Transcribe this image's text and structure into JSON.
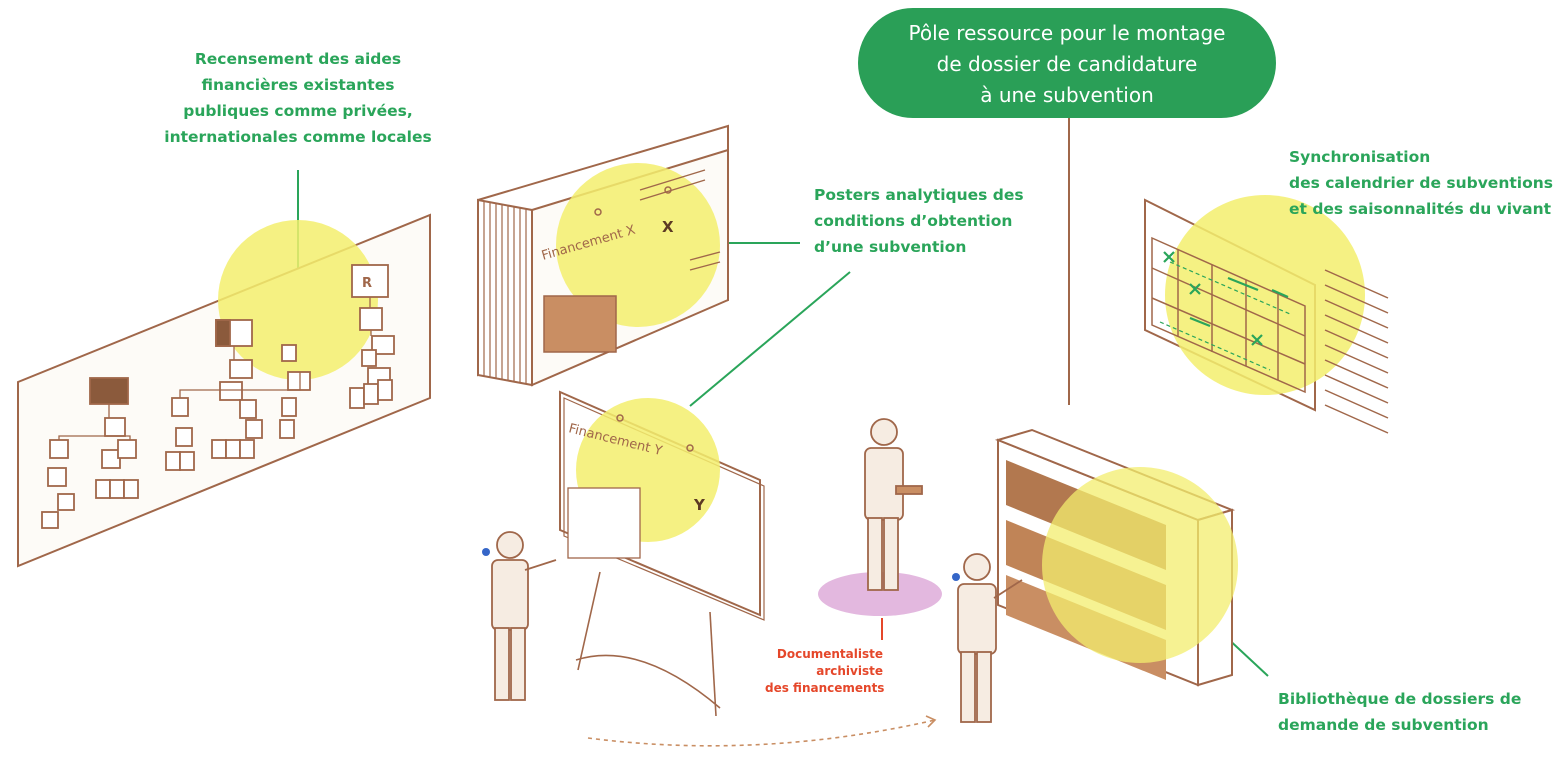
{
  "title": {
    "lines": [
      "Pôle ressource pour le montage",
      "de dossier de candidature",
      "à une subvention"
    ]
  },
  "labels": {
    "recensement": [
      "Recensement des aides",
      "financières existantes",
      "publiques comme privées,",
      "internationales comme locales"
    ],
    "posters": [
      "Posters analytiques des",
      "conditions d’obtention",
      "d’une subvention"
    ],
    "synchronisation": [
      "Synchronisation",
      "des calendrier de subventions",
      "et des saisonnalités du vivant"
    ],
    "bibliotheque": [
      "Bibliothèque de dossiers de",
      "demande de subvention"
    ],
    "documentaliste": [
      "Documentaliste",
      "archiviste",
      "des financements"
    ]
  },
  "boards": {
    "board_x": "Financement X",
    "board_y": "Financement Y",
    "letter_x": "X",
    "letter_y": "Y",
    "org_r": "R"
  },
  "colors": {
    "green": "#2aa55a",
    "title_bg": "#2a9f57",
    "line_brown": "#a0674a",
    "fill_brown": "#8b5a3c",
    "highlight_yellow": "#f3ee6d",
    "floor_pink": "#e3b8df",
    "accent_red": "#e5472a",
    "dot_blue": "#3566c8"
  }
}
